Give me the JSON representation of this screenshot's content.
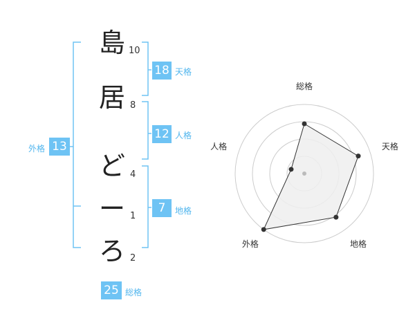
{
  "name": {
    "chars": [
      {
        "char": "島",
        "strokes": "10"
      },
      {
        "char": "居",
        "strokes": "8"
      },
      {
        "char": "ど",
        "strokes": "4"
      },
      {
        "char": "ー",
        "strokes": "1"
      },
      {
        "char": "ろ",
        "strokes": "2"
      }
    ]
  },
  "kaku": {
    "tenkaku": {
      "label": "天格",
      "value": "18"
    },
    "jinkaku": {
      "label": "人格",
      "value": "12"
    },
    "chikaku": {
      "label": "地格",
      "value": "7"
    },
    "gaikaku": {
      "label": "外格",
      "value": "13"
    },
    "soukaku": {
      "label": "総格",
      "value": "25"
    }
  },
  "colors": {
    "accent": "#6ec3f4",
    "accent_text": "#52b6ee",
    "radar_fill": "#eeeeee",
    "radar_grid": "#cccccc",
    "radar_line": "#333333"
  },
  "chart_data": {
    "type": "radar",
    "axes": [
      "総格",
      "天格",
      "地格",
      "外格",
      "人格"
    ],
    "values": [
      3.6,
      4.1,
      3.9,
      5.0,
      1.0
    ],
    "rmax": 5,
    "rings": 4
  }
}
